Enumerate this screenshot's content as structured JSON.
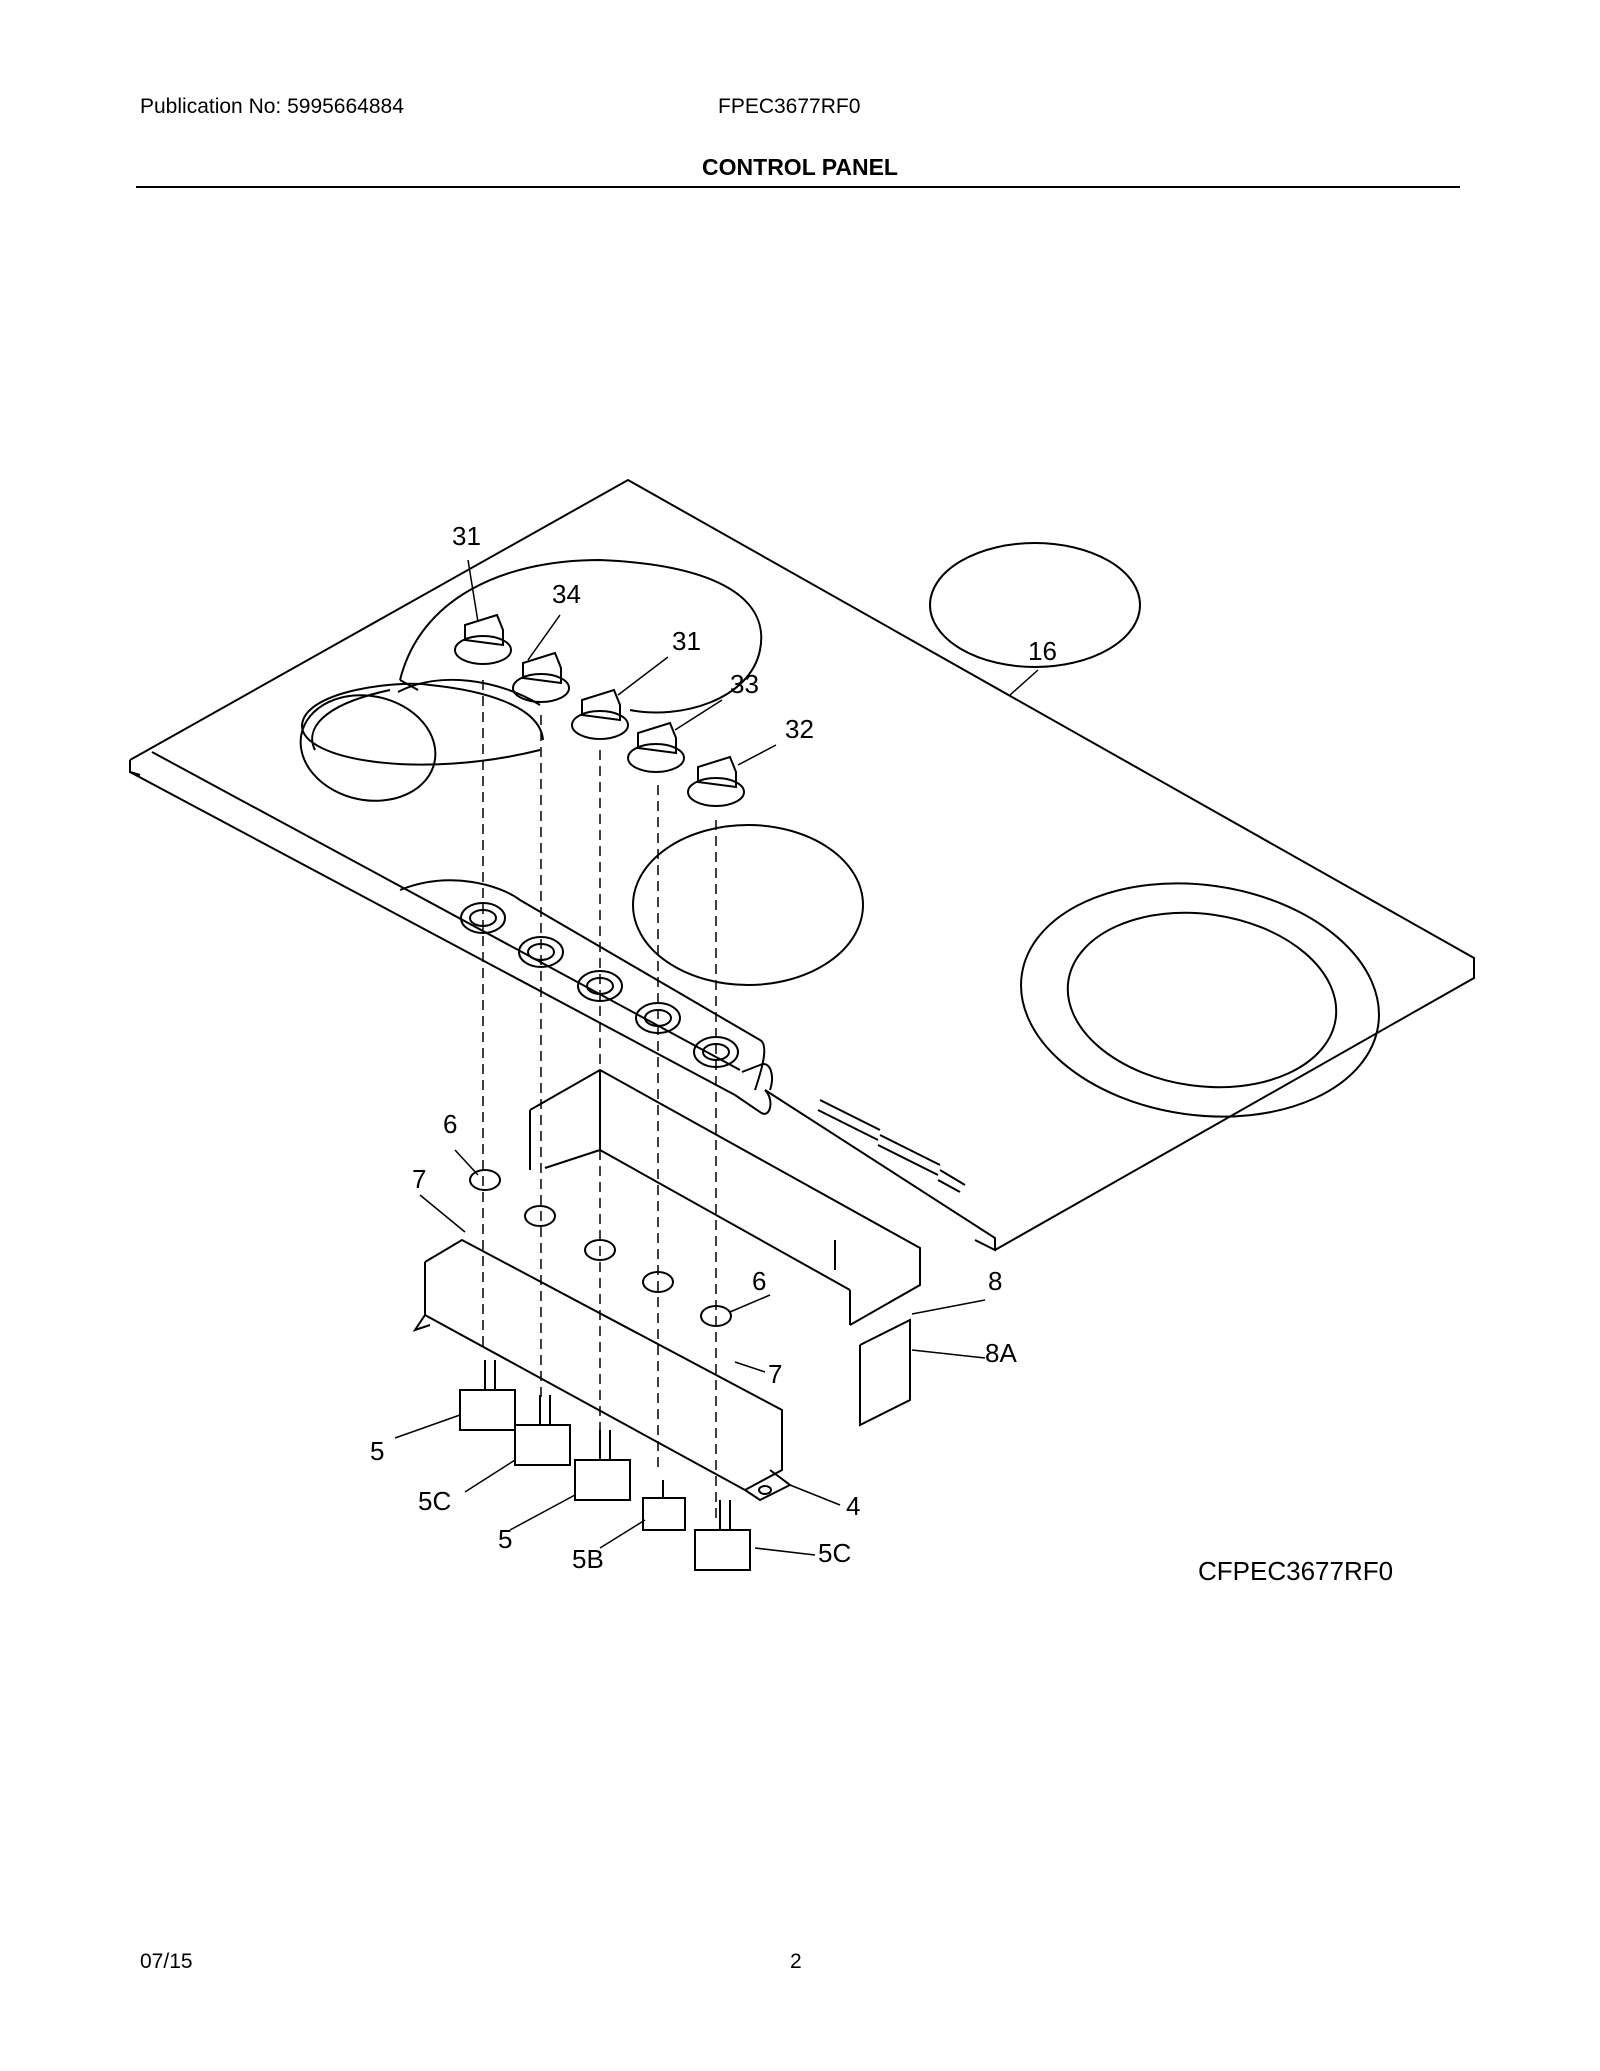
{
  "header": {
    "publication": "Publication No:  5995664884",
    "model": "FPEC3677RF0",
    "title": "CONTROL PANEL"
  },
  "callouts": {
    "c31a": "31",
    "c34": "34",
    "c31b": "31",
    "c33": "33",
    "c32": "32",
    "c16": "16",
    "c6a": "6",
    "c7a": "7",
    "c6b": "6",
    "c8": "8",
    "c8a": "8A",
    "c7b": "7",
    "c5a": "5",
    "c5ca": "5C",
    "c5b": "5",
    "c5bb": "5B",
    "c5cb": "5C",
    "c4": "4"
  },
  "drawing_id": "CFPEC3677RF0",
  "footer": {
    "date": "07/15",
    "page": "2"
  }
}
